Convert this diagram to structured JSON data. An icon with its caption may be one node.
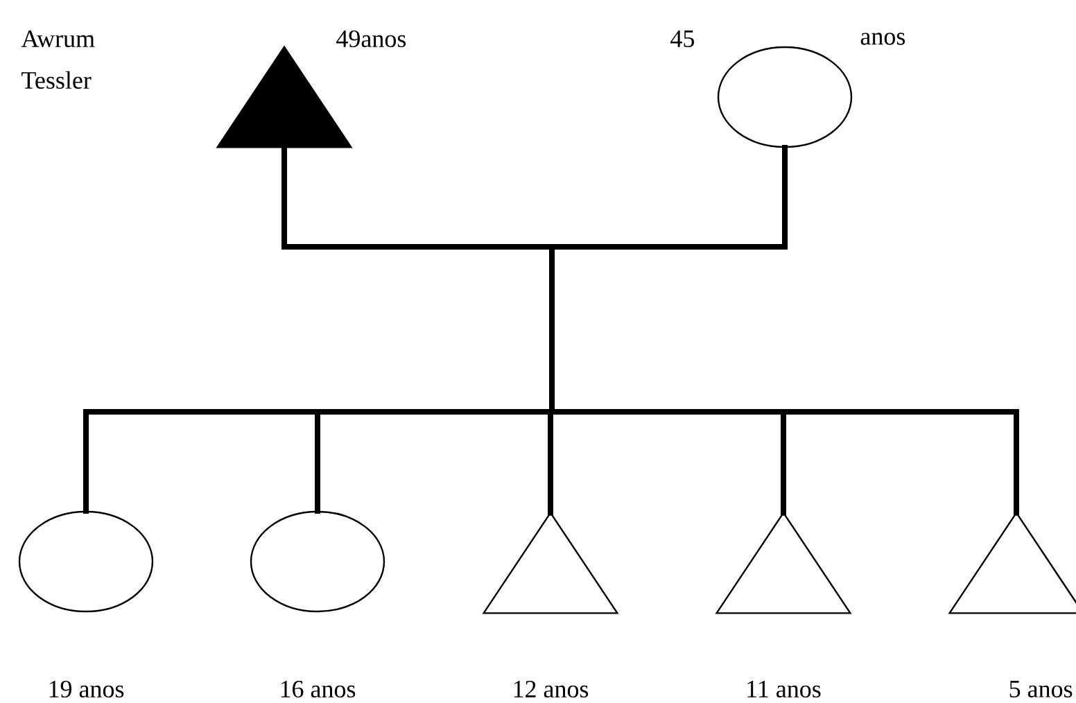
{
  "diagram": {
    "nodes": [
      {
        "text": [],
        "shape": "triangle",
        "beside": [
          "49anos"
        ]
      },
      {
        "text": [],
        "shape": "circle",
        "beside": [
          "45",
          "anos"
        ]
      },
      {
        "text": [],
        "shape": "circle",
        "beside": [
          "19 anos"
        ]
      },
      {
        "text": [],
        "shape": "circle",
        "beside": [
          "16 anos"
        ]
      },
      {
        "text": [],
        "shape": "triangle",
        "beside": [
          "12 anos"
        ]
      },
      {
        "text": [],
        "shape": "triangle",
        "beside": [
          "11 anos"
        ]
      },
      {
        "text": [],
        "shape": "triangle",
        "beside": [
          "5 anos"
        ]
      }
    ],
    "edges": [
      {
        "from": 0,
        "to": 1,
        "arrow": "none"
      },
      {
        "from": 0,
        "to": 2,
        "arrow": "none"
      },
      {
        "from": 1,
        "to": 2,
        "arrow": "none"
      },
      {
        "from": 0,
        "to": 3,
        "arrow": "none"
      },
      {
        "from": 1,
        "to": 3,
        "arrow": "none"
      },
      {
        "from": 0,
        "to": 4,
        "arrow": "none"
      },
      {
        "from": 1,
        "to": 4,
        "arrow": "none"
      },
      {
        "from": 0,
        "to": 5,
        "arrow": "none"
      },
      {
        "from": 1,
        "to": 5,
        "arrow": "none"
      },
      {
        "from": 0,
        "to": 6,
        "arrow": "none"
      },
      {
        "from": 1,
        "to": 6,
        "arrow": "none"
      }
    ],
    "labels": [
      "Awrum Tessler"
    ]
  }
}
